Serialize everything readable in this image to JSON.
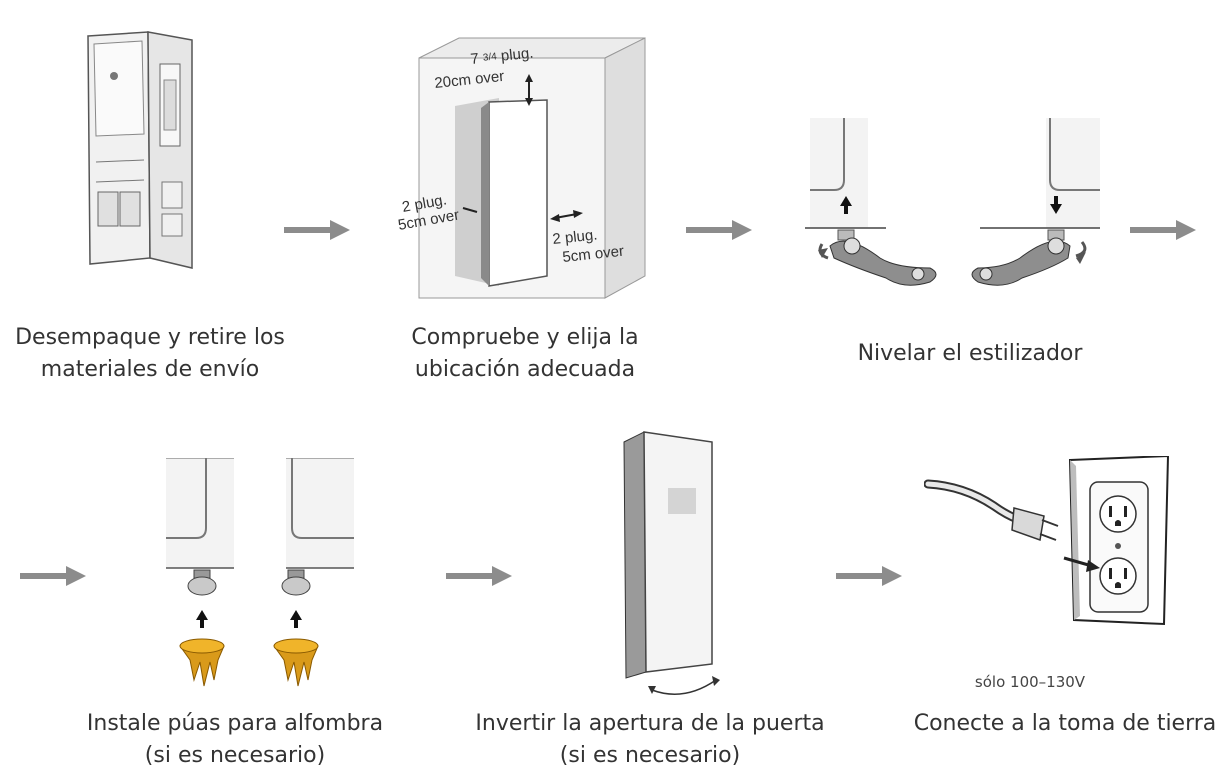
{
  "steps": [
    {
      "line1": "Desempaque y retire los",
      "line2": "materiales de envío"
    },
    {
      "line1": "Compruebe y elija la",
      "line2": "ubicación adecuada"
    },
    {
      "line1": "Nivelar el estilizador"
    },
    {
      "line1": "Instale púas para alfombra",
      "line2": "(si es necesario)"
    },
    {
      "line1": "Invertir la apertura de la puerta",
      "line2": "(si es necesario)"
    },
    {
      "line1": "Conecte a la toma de tierra"
    }
  ],
  "clearance": {
    "top_a": "7",
    "top_frac": "3/4",
    "top_b": "plug.",
    "top_metric": "20cm over",
    "side_left_a": "2 plug.",
    "side_left_b": "5cm over",
    "side_right_a": "2 plug.",
    "side_right_b": "5cm over"
  },
  "voltage_note": "sólo 100–130V",
  "colors": {
    "arrow": "#8c8c8c",
    "spike": "#d99a1a"
  }
}
